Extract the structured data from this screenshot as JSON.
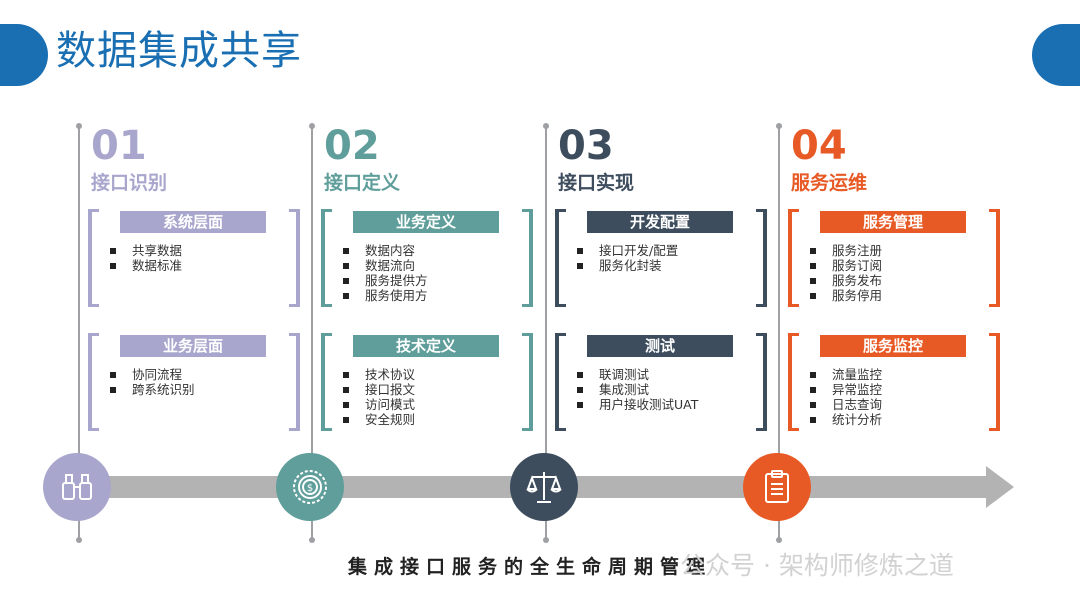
{
  "title": "数据集成共享",
  "stages": [
    {
      "num": "01",
      "name": "接口识别",
      "color": "#a8a6cc",
      "boxes": [
        {
          "header": "系统层面",
          "items": [
            "共享数据",
            "数据标准"
          ]
        },
        {
          "header": "业务层面",
          "items": [
            "协同流程",
            "跨系统识别"
          ]
        }
      ],
      "icon": "binoculars-icon"
    },
    {
      "num": "02",
      "name": "接口定义",
      "color": "#5f9e9a",
      "boxes": [
        {
          "header": "业务定义",
          "items": [
            "数据内容",
            "数据流向",
            "服务提供方",
            "服务使用方"
          ]
        },
        {
          "header": "技术定义",
          "items": [
            "技术协议",
            "接口报文",
            "访问模式",
            "安全规则"
          ]
        }
      ],
      "icon": "coin-target-icon"
    },
    {
      "num": "03",
      "name": "接口实现",
      "color": "#3d4d5e",
      "boxes": [
        {
          "header": "开发配置",
          "items": [
            "接口开发/配置",
            "服务化封装"
          ]
        },
        {
          "header": "测试",
          "items": [
            "联调测试",
            "集成测试",
            "用户接收测试UAT"
          ]
        }
      ],
      "icon": "balance-scale-icon"
    },
    {
      "num": "04",
      "name": "服务运维",
      "color": "#e85a25",
      "boxes": [
        {
          "header": "服务管理",
          "items": [
            "服务注册",
            "服务订阅",
            "服务发布",
            "服务停用"
          ]
        },
        {
          "header": "服务监控",
          "items": [
            "流量监控",
            "异常监控",
            "日志查询",
            "统计分析"
          ]
        }
      ],
      "icon": "clipboard-icon"
    }
  ],
  "footer": "集成接口服务的全生命周期管理",
  "watermark": "公众号 · 架构师修炼之道"
}
